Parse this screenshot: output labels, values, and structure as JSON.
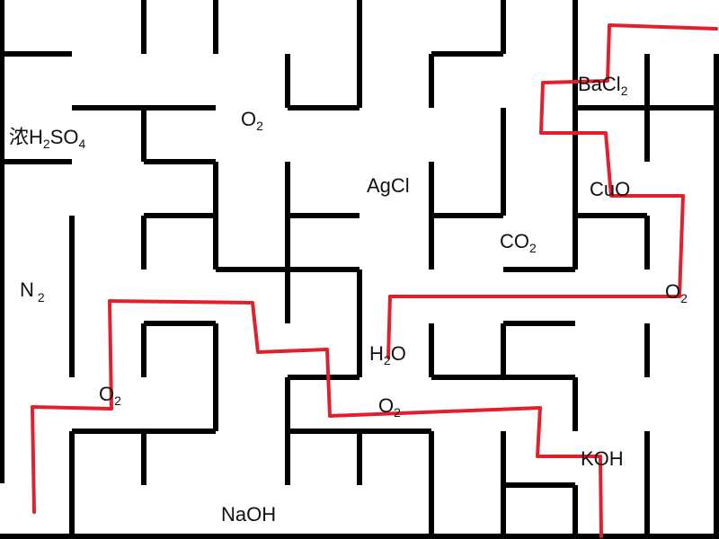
{
  "maze": {
    "wall_color": "#000000",
    "path_color": "#e0202a"
  },
  "labels": {
    "conc_h2so4": {
      "prefix": "浓H",
      "sub1": "2",
      "mid": "SO",
      "sub2": "4"
    },
    "o2_top": {
      "base": "O",
      "sub": "2"
    },
    "bacl2": {
      "base": "BaCl",
      "sub": "2"
    },
    "agcl": {
      "text": "AgCl"
    },
    "cuo": {
      "text": "CuO"
    },
    "co2": {
      "base": "CO",
      "sub": "2"
    },
    "n2": {
      "base": "N",
      "sub": "2"
    },
    "o2_right": {
      "base": "O",
      "sub": "2"
    },
    "h2o": {
      "pre": "H",
      "sub": "2",
      "post": "O"
    },
    "o2_left": {
      "base": "O",
      "sub": "2"
    },
    "o2_mid": {
      "base": "O",
      "sub": "2"
    },
    "koh": {
      "text": "KOH"
    },
    "naoh": {
      "text": "NaOH"
    }
  }
}
